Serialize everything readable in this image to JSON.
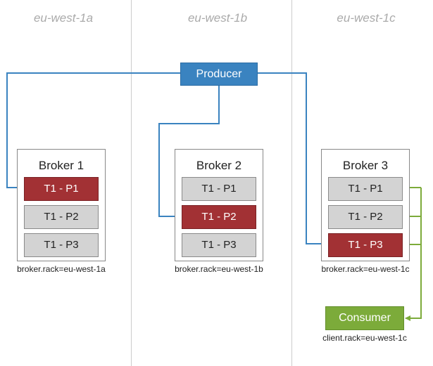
{
  "zones": [
    "eu-west-1a",
    "eu-west-1b",
    "eu-west-1c"
  ],
  "producer": {
    "label": "Producer"
  },
  "consumer": {
    "label": "Consumer",
    "rack": "client.rack=eu-west-1c"
  },
  "brokers": [
    {
      "title": "Broker 1",
      "rack": "broker.rack=eu-west-1a",
      "partitions": [
        "T1 - P1",
        "T1 - P2",
        "T1 - P3"
      ],
      "leader": "T1 - P1"
    },
    {
      "title": "Broker 2",
      "rack": "broker.rack=eu-west-1b",
      "partitions": [
        "T1 - P1",
        "T1 - P2",
        "T1 - P3"
      ],
      "leader": "T1 - P2"
    },
    {
      "title": "Broker 3",
      "rack": "broker.rack=eu-west-1c",
      "partitions": [
        "T1 - P1",
        "T1 - P2",
        "T1 - P3"
      ],
      "leader": "T1 - P3"
    }
  ],
  "colors": {
    "producer": "#3a83c0",
    "consumer": "#7cab3a",
    "leader_partition": "#a23134",
    "follower_partition": "#d3d3d3",
    "zone_label": "#aaaaaa"
  }
}
